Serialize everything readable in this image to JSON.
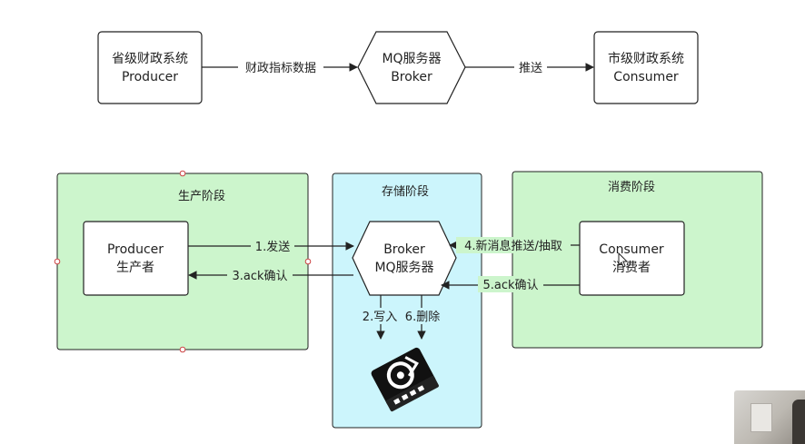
{
  "top_flow": {
    "producer": {
      "line1": "省级财政系统",
      "line2": "Producer"
    },
    "broker": {
      "line1": "MQ服务器",
      "line2": "Broker"
    },
    "consumer": {
      "line1": "市级财政系统",
      "line2": "Consumer"
    },
    "edge_producer_broker": "财政指标数据",
    "edge_broker_consumer": "推送"
  },
  "stages": {
    "production": {
      "title": "生产阶段",
      "fill": "#ccf5cc"
    },
    "storage": {
      "title": "存储阶段",
      "fill": "#ccf5fc"
    },
    "consumption": {
      "title": "消费阶段",
      "fill": "#ccf5cc"
    }
  },
  "bottom_flow": {
    "producer": {
      "line1": "Producer",
      "line2": "生产者"
    },
    "broker": {
      "line1": "Broker",
      "line2": "MQ服务器"
    },
    "consumer": {
      "line1": "Consumer",
      "line2": "消费者"
    },
    "edge_send": "1.发送",
    "edge_ack_producer": "3.ack确认",
    "edge_push": "4.新消息推送/抽取",
    "edge_ack_consumer": "5.ack确认",
    "edge_write": "2.写入",
    "edge_delete": "6.删除"
  },
  "icons": {
    "storage": "hard-drive-icon"
  }
}
